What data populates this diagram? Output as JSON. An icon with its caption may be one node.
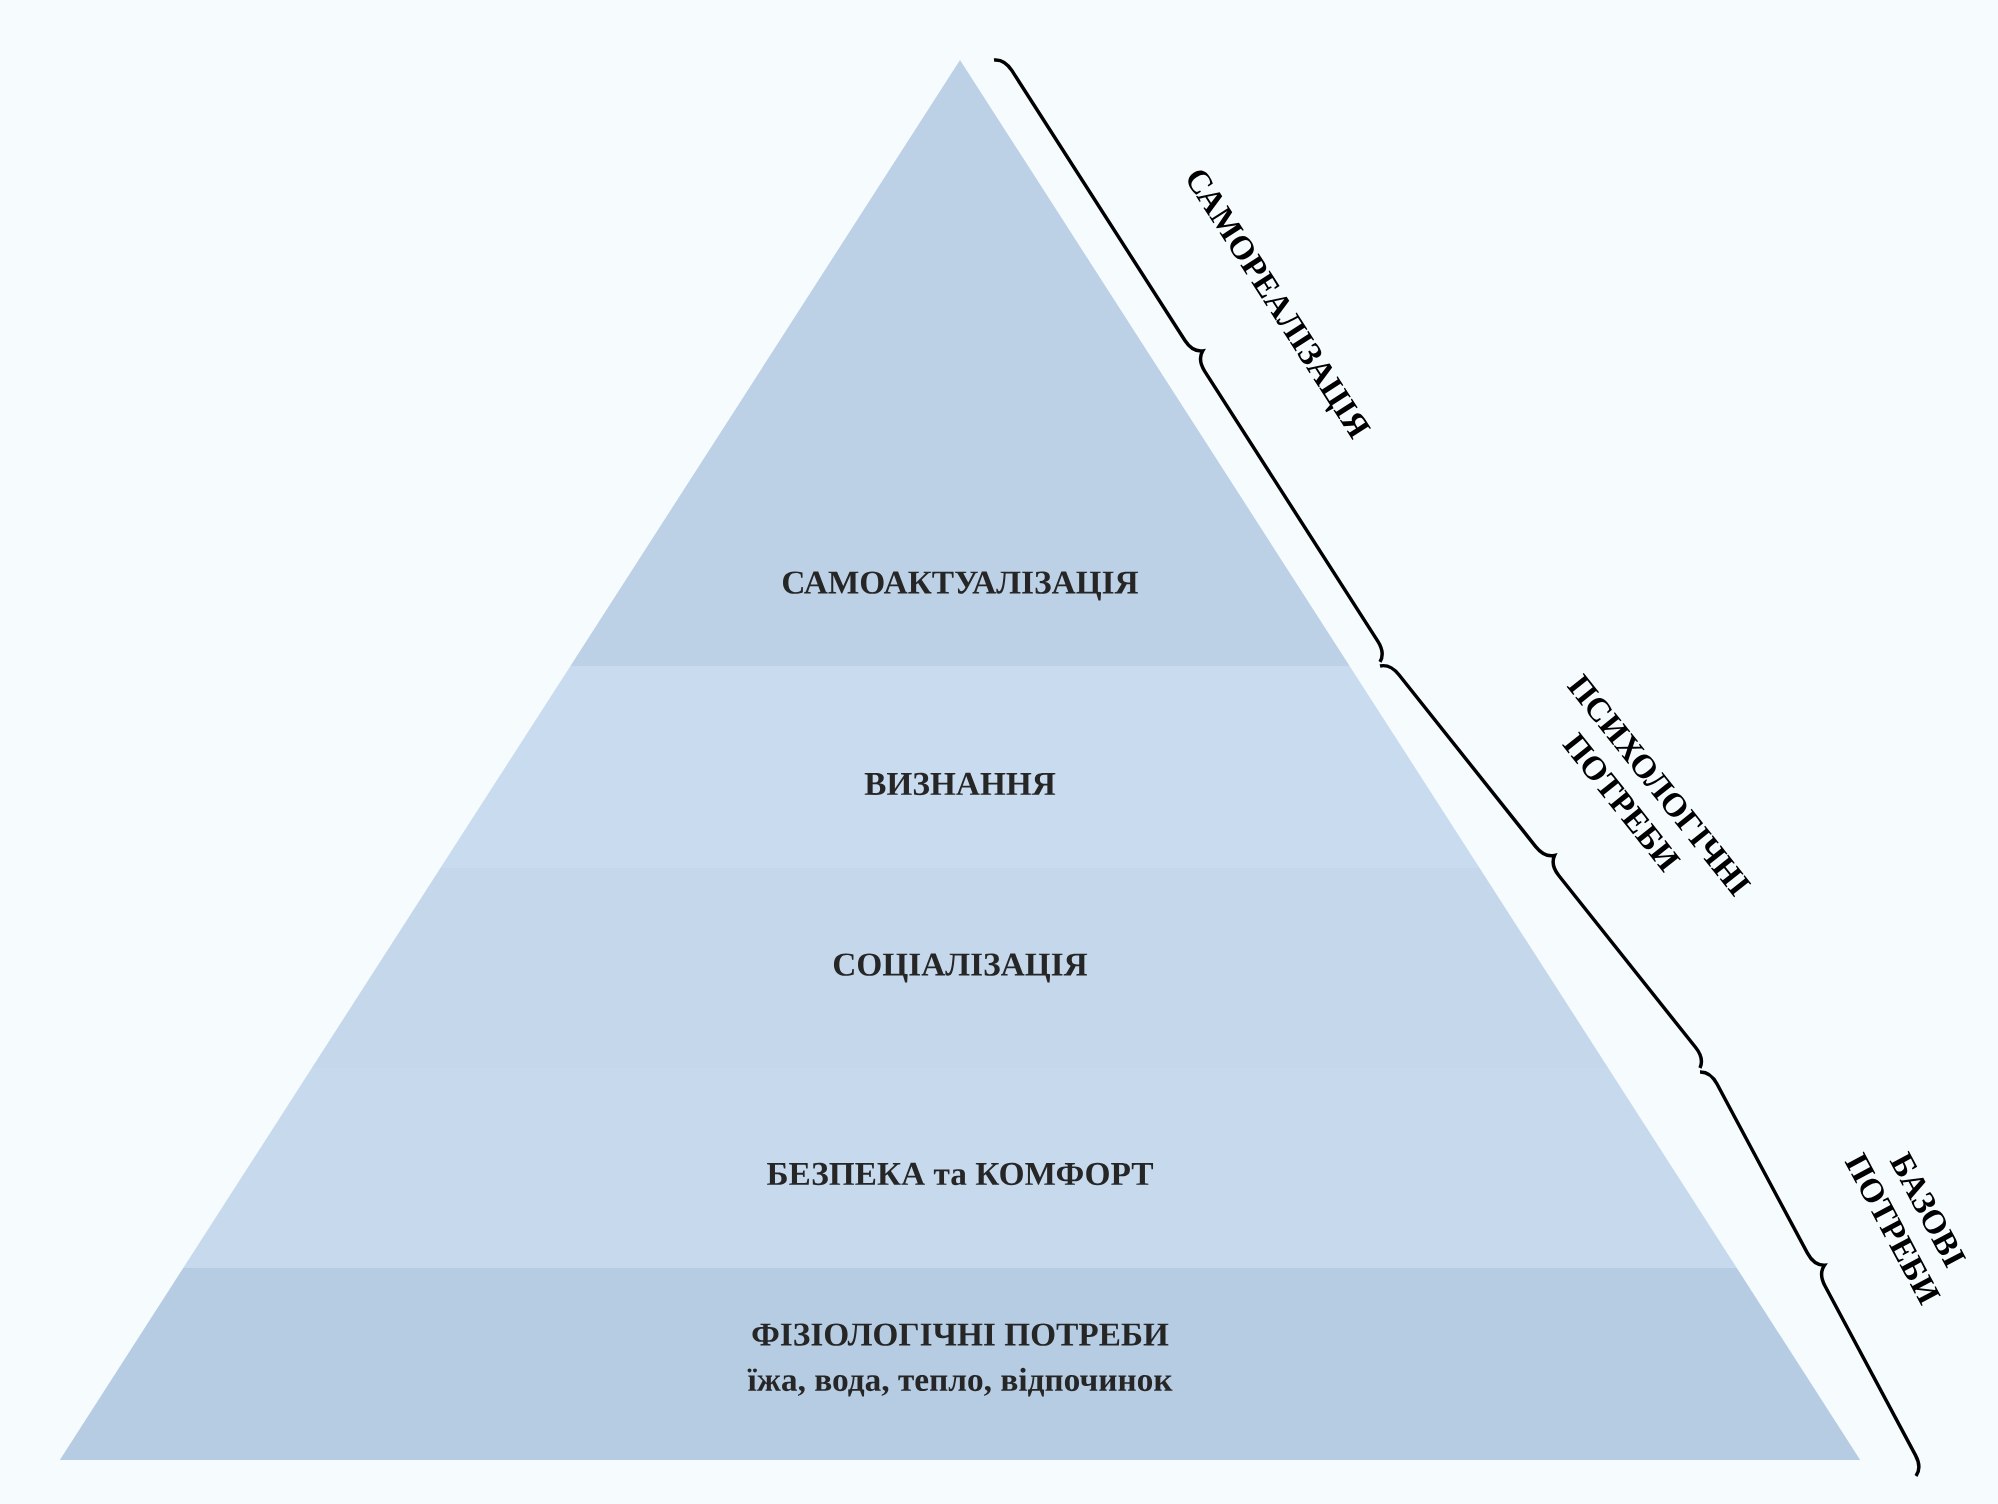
{
  "diagram": {
    "nodes": [
      {
        "text": [
          "САМОАКТУАЛІЗАЦІЯ"
        ]
      },
      {
        "text": [
          "ВИЗНАННЯ"
        ]
      },
      {
        "text": [
          "СОЦІАЛІЗАЦІЯ"
        ]
      },
      {
        "text": [
          "БЕЗПЕКА та КОМФОРТ"
        ]
      },
      {
        "text": [
          "ФІЗІОЛОГІЧНІ ПОТРЕБИ",
          "їжа, вода, тепло, відпочинок"
        ]
      }
    ],
    "labels": [
      "САМОРЕАЛІЗАЦІЯ",
      "ПСИХОЛОГІЧНІ ПОТРЕБИ",
      "БАЗОВІ ПОТРЕБИ"
    ]
  }
}
